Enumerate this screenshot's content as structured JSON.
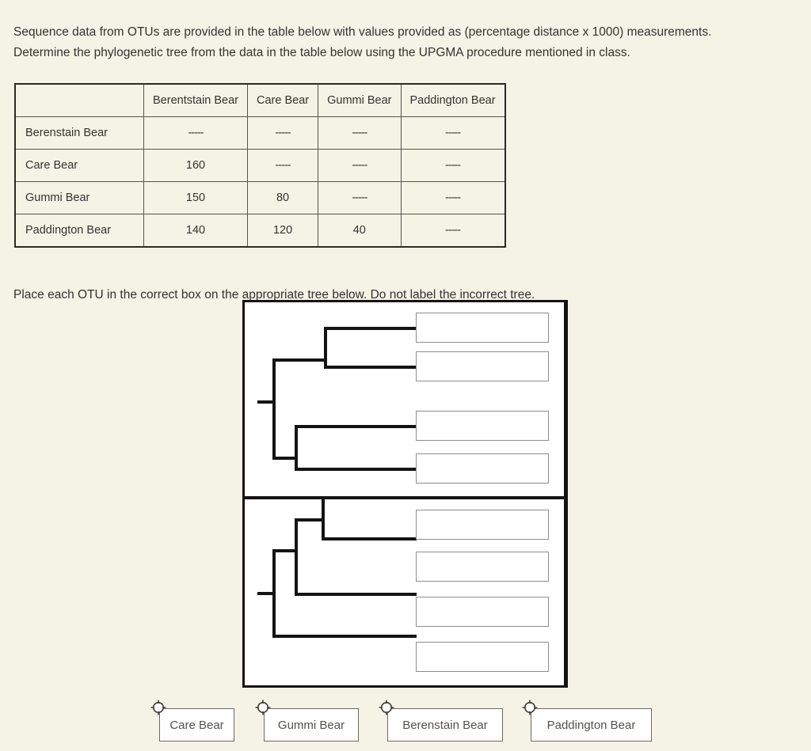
{
  "intro_text": "Sequence data from OTUs are provided in the table below with values provided as (percentage distance x 1000) measurements. Determine the phylogenetic tree from the data in the table below using the UPGMA procedure mentioned in class.",
  "instruction_text": "Place each OTU in the correct box on the appropriate tree below. Do not label the incorrect tree.",
  "matrix": {
    "corner_label": "",
    "columns": [
      "Berentstain Bear",
      "Care Bear",
      "Gummi Bear",
      "Paddington Bear"
    ],
    "rows": [
      {
        "label": "Berenstain Bear",
        "values": [
          "-----",
          "-----",
          "-----",
          "-----"
        ]
      },
      {
        "label": "Care Bear",
        "values": [
          "160",
          "-----",
          "-----",
          "-----"
        ]
      },
      {
        "label": "Gummi Bear",
        "values": [
          "150",
          "80",
          "-----",
          "-----"
        ]
      },
      {
        "label": "Paddington Bear",
        "values": [
          "140",
          "120",
          "40",
          "-----"
        ]
      }
    ]
  },
  "trees": {
    "top": {
      "topology": "balanced",
      "boxes": [
        "",
        "",
        "",
        ""
      ]
    },
    "bottom": {
      "topology": "ladder",
      "boxes": [
        "",
        "",
        "",
        ""
      ]
    }
  },
  "chips": [
    {
      "label": "Care Bear"
    },
    {
      "label": "Gummi Bear"
    },
    {
      "label": "Berenstain Bear"
    },
    {
      "label": "Paddington Bear"
    }
  ],
  "colors": {
    "page_background": "#f5f2e6",
    "text": "#333333",
    "tree_line": "#141414",
    "box_border": "#8d8d8d",
    "chip_border": "#6d6a63",
    "table_border": "#56544e"
  }
}
